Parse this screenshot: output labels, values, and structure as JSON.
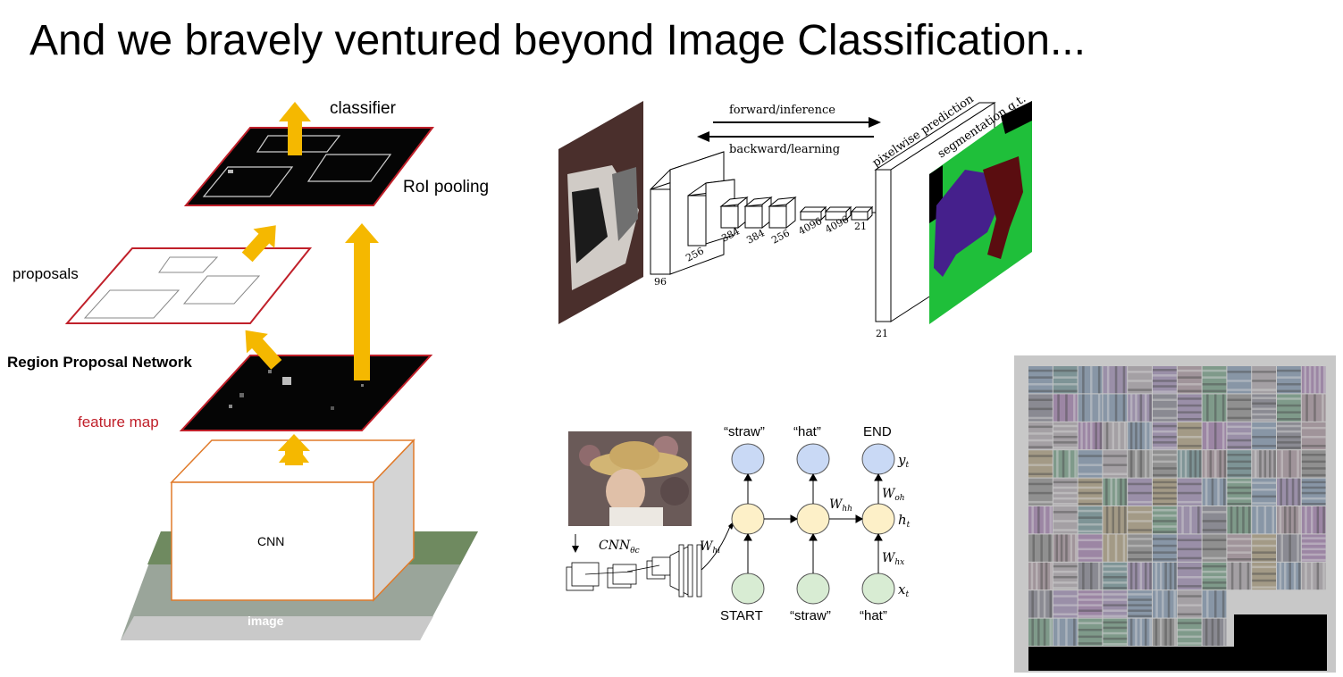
{
  "slide": {
    "title": "And we bravely ventured beyond Image Classification..."
  },
  "faster_rcnn": {
    "classifier_label": "classifier",
    "roi_pooling_label": "RoI pooling",
    "proposals_label": "proposals",
    "rpn_label": "Region Proposal Network",
    "feature_map_label": "feature map",
    "cnn_label": "CNN",
    "image_label": "image",
    "colors": {
      "arrow": "#f5b800",
      "accent_red": "#c0202a",
      "cnn_box": "#e07a2a"
    }
  },
  "fcn": {
    "forward_label": "forward/inference",
    "backward_label": "backward/learning",
    "pixelwise_label": "pixelwise prediction",
    "gt_label": "segmentation g.t.",
    "layer_sizes": [
      "96",
      "256",
      "384",
      "384",
      "256",
      "4096",
      "4096",
      "21"
    ],
    "output_size": "21",
    "colors": {
      "seg_background": "#1fbf3a",
      "seg_dog": "#45208c",
      "seg_cat": "#5a0d10"
    }
  },
  "captioning": {
    "cnn_label": "CNN",
    "cnn_sub": "θc",
    "whi_label": "Whi",
    "whh_label": "Whh",
    "woh_label": "Woh",
    "whx_label": "Whx",
    "yt_label": "yt",
    "ht_label": "ht",
    "xt_label": "xt",
    "top_words": [
      "“straw”",
      "“hat”",
      "END"
    ],
    "bottom_words": [
      "START",
      "“straw”",
      "“hat”"
    ],
    "colors": {
      "output": "#c9d9f5",
      "hidden": "#fdf0c8",
      "input": "#d8ecd3"
    }
  },
  "filters": {
    "rows": 10,
    "cols": 12
  }
}
